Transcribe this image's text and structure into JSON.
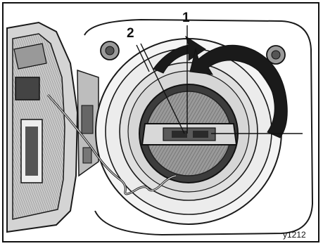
{
  "figure": {
    "callouts": [
      {
        "id": "callout-1",
        "label": "1"
      },
      {
        "id": "callout-2",
        "label": "2"
      }
    ],
    "figure_code": "y1212",
    "colors": {
      "frame": "#111111",
      "line": "#1a1a1a",
      "dark_fill": "#2a2a2a",
      "cap_face": "#7a7a7a",
      "cap_rim": "#3c3c3c",
      "door_grey": "#b5b5b5",
      "background": "#ffffff"
    }
  }
}
